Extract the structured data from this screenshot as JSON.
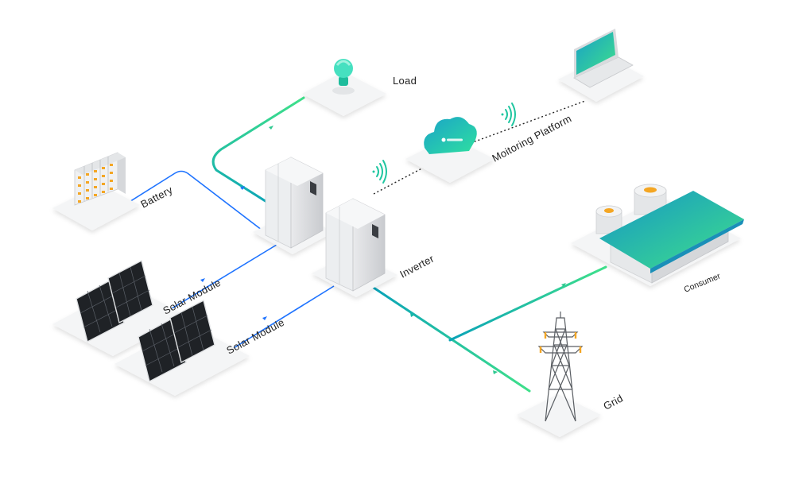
{
  "labels": {
    "load": "Load",
    "monitoring": "Moitoring Platform",
    "battery": "Battery",
    "solar_1": "Solar Module",
    "solar_2": "Solar Module",
    "inverter": "Inverter",
    "consumer": "Consumer",
    "grid": "Grid"
  },
  "colors": {
    "ac_line_start": "#0aa3b8",
    "ac_line_end": "#3fe08a",
    "dc_line": "#1e73ff",
    "data_link": "#222222",
    "wifi": "#1fc6a0",
    "cloud_start": "#1aa3c8",
    "cloud_end": "#2fe0a0",
    "platform": "#f4f5f6"
  },
  "icons": {
    "load": "light-bulb-icon",
    "monitoring": "laptop-icon",
    "cloud": "cloud-icon",
    "wireless": "wifi-signal-icon",
    "battery": "battery-rack-icon",
    "solar": "solar-panel-icon",
    "inverter": "inverter-cabinet-icon",
    "consumer": "factory-icon",
    "grid": "transmission-tower-icon"
  }
}
